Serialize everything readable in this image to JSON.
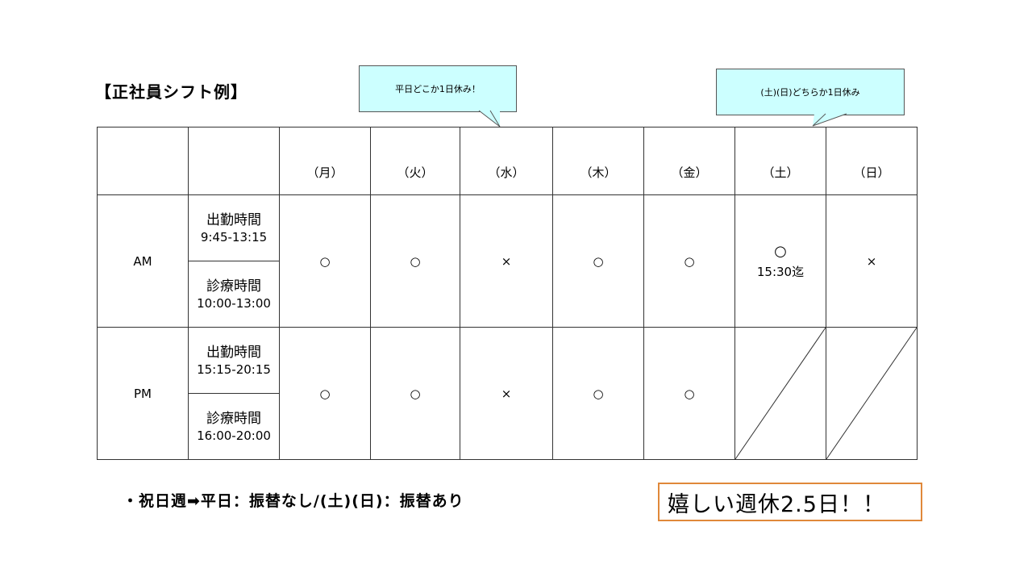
{
  "title": "【正社員シフト例】",
  "callouts": {
    "weekday": "平日どこか1日休み！",
    "weekend": "(土)(日)どちらか1日休み"
  },
  "table": {
    "days": [
      "（月）",
      "（火）",
      "（水）",
      "（木）",
      "（金）",
      "（土）",
      "（日）"
    ],
    "am": {
      "label": "AM",
      "work_label": "出勤時間",
      "work_time": "9:45-13:15",
      "clinic_label": "診療時間",
      "clinic_time": "10:00-13:00",
      "marks": [
        "○",
        "○",
        "×",
        "○",
        "○",
        "○",
        "×"
      ],
      "sat_note": "15:30迄"
    },
    "pm": {
      "label": "PM",
      "work_label": "出勤時間",
      "work_time": "15:15-20:15",
      "clinic_label": "診療時間",
      "clinic_time": "16:00-20:00",
      "marks": [
        "○",
        "○",
        "×",
        "○",
        "○"
      ]
    }
  },
  "footnote": "・祝日週➡平日：振替なし/(土)(日)：振替あり",
  "highlight": "嬉しい週休2.5日！！",
  "colors": {
    "callout_bg": "#ccffff",
    "highlight_border": "#e0883a"
  }
}
